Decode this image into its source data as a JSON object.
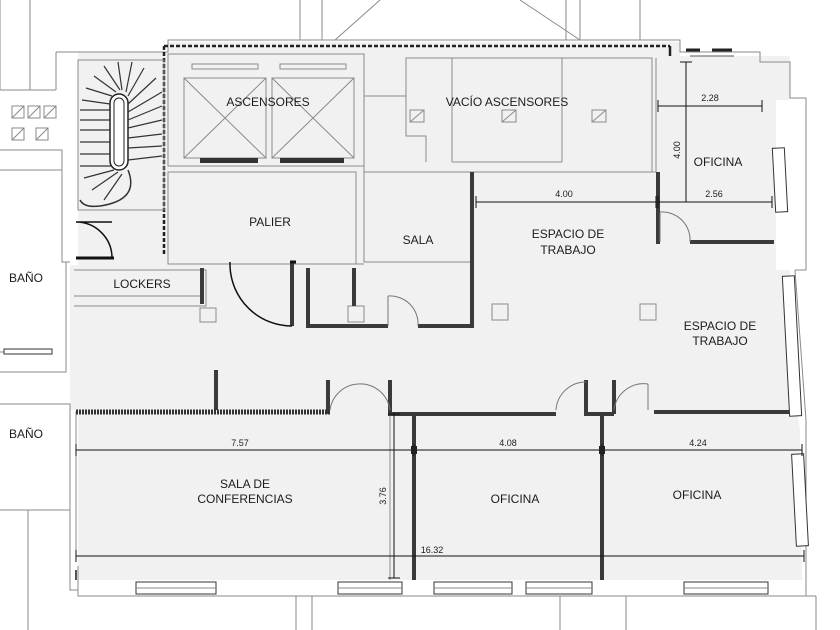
{
  "rooms": {
    "ascensores": "ASCENSORES",
    "vacio_ascensores": "VACÍO ASCENSORES",
    "oficina_top_right": "OFICINA",
    "palier": "PALIER",
    "sala": "SALA",
    "espacio_trabajo_1_line1": "ESPACIO DE",
    "espacio_trabajo_1_line2": "TRABAJO",
    "espacio_trabajo_2_line1": "ESPACIO DE",
    "espacio_trabajo_2_line2": "TRABAJO",
    "lockers": "LOCKERS",
    "bano_top": "BAÑO",
    "bano_bottom": "BAÑO",
    "sala_conferencias_line1": "SALA DE",
    "sala_conferencias_line2": "CONFERENCIAS",
    "oficina_bottom_center": "OFICINA",
    "oficina_bottom_right": "OFICINA"
  },
  "dimensions": {
    "oficina_width_top": "2.28",
    "oficina_height": "4.00",
    "oficina_width_bottom": "2.56",
    "espacio_trabajo_width": "4.00",
    "conferencias_width": "7.57",
    "conferencias_depth": "3.76",
    "oficina_center_width": "4.08",
    "oficina_right_width": "4.24",
    "total_width": "16.32"
  },
  "colors": {
    "room_fill": "#f1f1f1",
    "wall_dark": "#3a3a3a",
    "wall_thin": "#8a8a8a"
  }
}
